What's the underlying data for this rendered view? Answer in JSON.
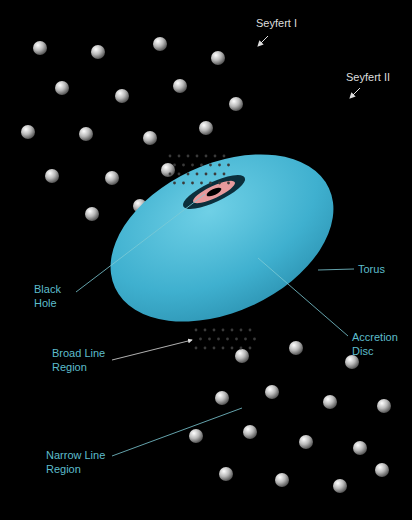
{
  "diagram": {
    "labels": [
      "Seyfert I",
      "Seyfert II",
      "Black Hole",
      "Torus",
      "Accretion Disc",
      "Broad Line Region",
      "Narrow Line Region"
    ]
  }
}
